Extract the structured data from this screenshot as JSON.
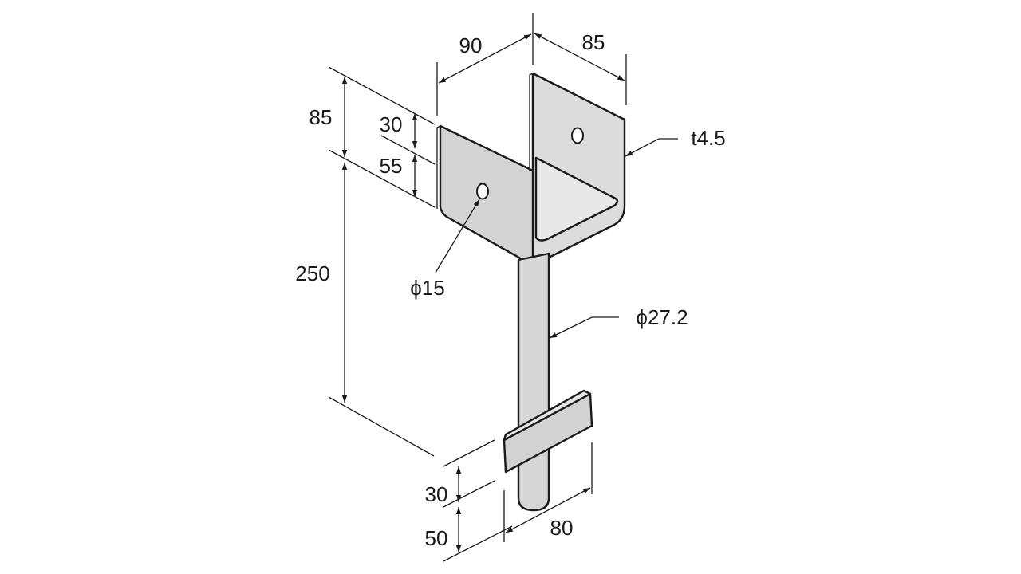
{
  "dimensions": {
    "top_width_left": "90",
    "top_width_right": "85",
    "overall_upper_height": "85",
    "hole_top_offset": "30",
    "hole_lower_offset": "55",
    "shaft_length": "250",
    "plate_thickness": "t4.5",
    "hole_diameter": "ϕ15",
    "shaft_diameter": "ϕ27.2",
    "anchor_bar_width": "80",
    "anchor_bar_height": "30",
    "shaft_end_below": "50"
  },
  "colors": {
    "plate_fill": "#d9d9d9",
    "plate_inner": "#e6e6e6",
    "shaft_fill": "#d6d6d6",
    "anchor_top": "#e4e4e4",
    "line": "#1a1a1a"
  }
}
